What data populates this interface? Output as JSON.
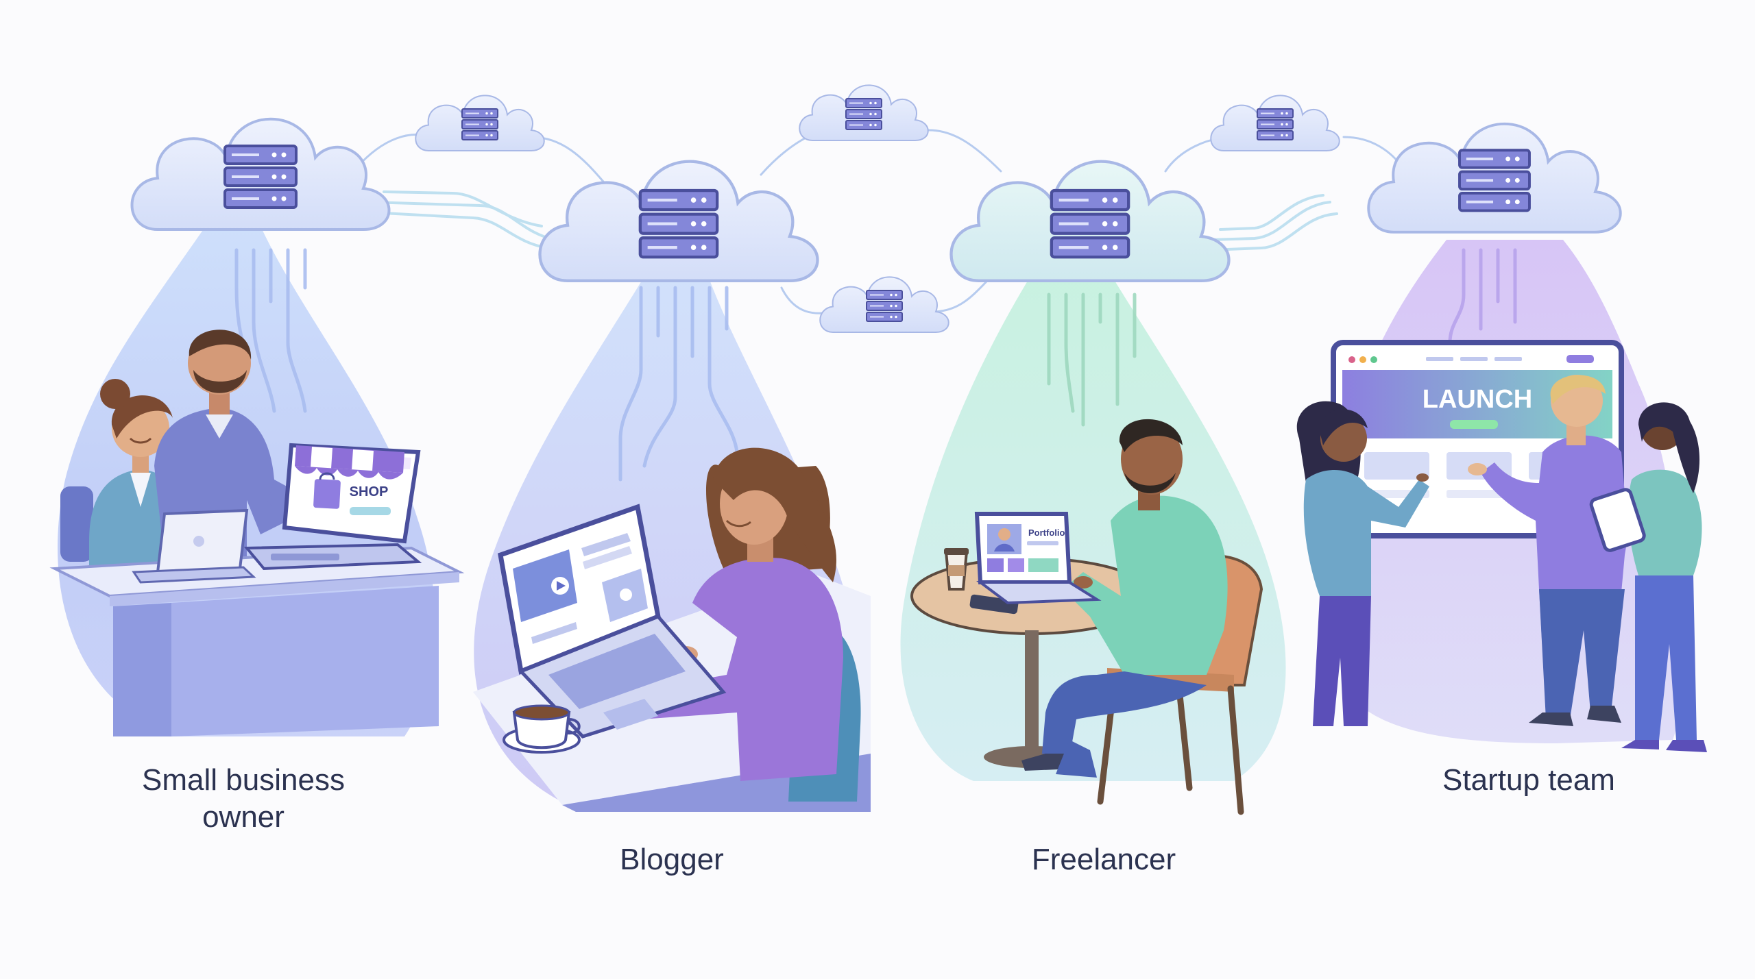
{
  "personas": [
    {
      "id": "small-business-owner",
      "line1": "Small business",
      "line2": "owner"
    },
    {
      "id": "blogger",
      "line1": "Blogger"
    },
    {
      "id": "freelancer",
      "line1": "Freelancer"
    },
    {
      "id": "startup-team",
      "line1": "Startup team"
    }
  ],
  "screens": {
    "shop_sign": "SHOP",
    "portfolio": "Portfolio",
    "launch": "LAUNCH"
  },
  "colors": {
    "cloud_fill": "#dfe6fb",
    "cloud_stroke": "#9fb0e0",
    "server_fill": "#7c7fd6",
    "server_dark": "#4a4f9c",
    "beam_blue": "#b9cdf7",
    "beam_green": "#bfeedd",
    "beam_purple": "#d8c6f5",
    "caption_text": "#2b3250"
  },
  "icons": [
    "cloud-server-icon",
    "server-stack-icon",
    "coffee-cup-icon",
    "play-icon",
    "tablet-icon"
  ]
}
